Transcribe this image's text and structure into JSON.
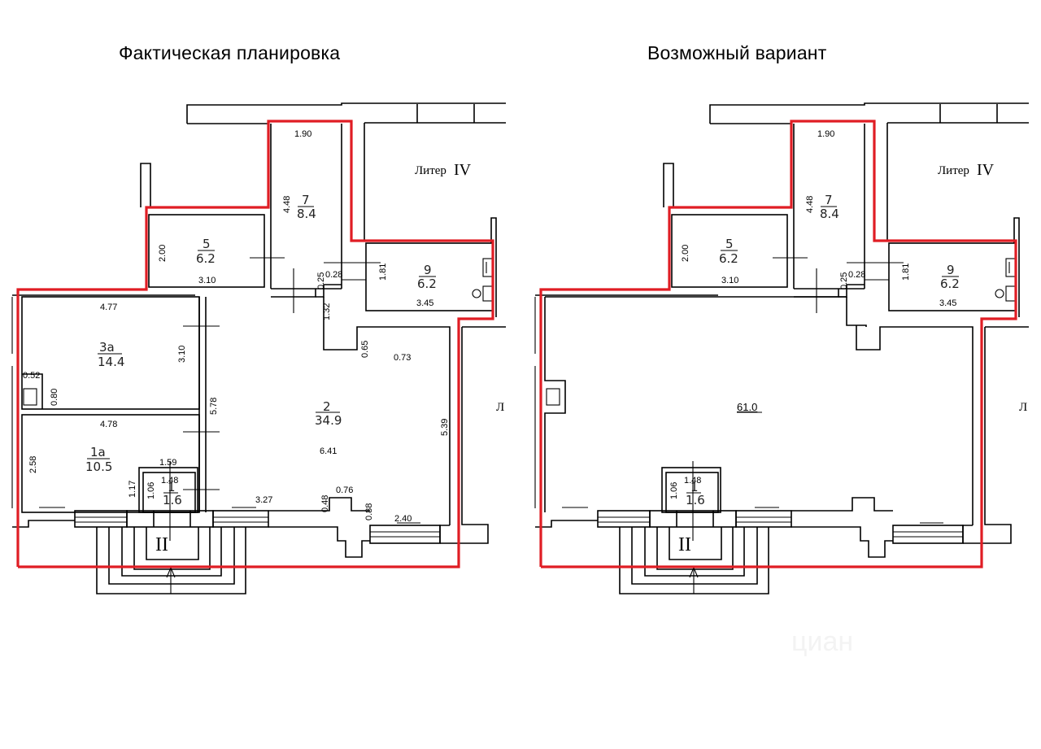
{
  "titles": {
    "left": "Фактическая планировка",
    "right": "Возможный вариант"
  },
  "labels": {
    "liter_prefix": "Литер",
    "liter_num": "IV",
    "liter_cut": "Л",
    "entrance": "II",
    "watermark": "циан"
  },
  "colors": {
    "boundary": "#e01d24",
    "walls": "#000000"
  },
  "left_plan": {
    "rooms": [
      {
        "num": "7",
        "area": "8.4"
      },
      {
        "num": "5",
        "area": "6.2"
      },
      {
        "num": "9",
        "area": "6.2"
      },
      {
        "num": "3а",
        "area": "14.4"
      },
      {
        "num": "1а",
        "area": "10.5"
      },
      {
        "num": "2",
        "area": "34.9"
      },
      {
        "num": "1",
        "area": "1.6"
      }
    ],
    "dims": {
      "r7_top": "1.90",
      "r7_side": "4.48",
      "r5_side": "2.00",
      "r5_bottom": "3.10",
      "r9_side": "1.81",
      "r9_bottom": "3.45",
      "step_a": "0.25",
      "step_b": "0.28",
      "corr": "1.32",
      "r3a_top": "4.77",
      "r3a_side": "3.10",
      "niche_w": "0.52",
      "niche_h": "0.80",
      "r1a_top": "4.78",
      "r1a_side": "2.58",
      "wall_578": "5.78",
      "r1_outer": "1.59",
      "r1_inner": "1.48",
      "r1_h_outer": "1.17",
      "r1_h_inner": "1.06",
      "r2_notch": "0.65",
      "r2_notch_w": "0.73",
      "r2_side": "5.39",
      "r2_width": "6.41",
      "r2_bottom_left": "3.27",
      "col_h": "0.48",
      "col_w": "0.76",
      "col_h2": "0.88",
      "r2_bottom_right": "2.40"
    }
  },
  "right_plan": {
    "rooms": [
      {
        "num": "7",
        "area": "8.4"
      },
      {
        "num": "5",
        "area": "6.2"
      },
      {
        "num": "9",
        "area": "6.2"
      },
      {
        "num": "1",
        "area": "1.6"
      }
    ],
    "merged_area": "61.0",
    "dims": {
      "r7_top": "1.90",
      "r7_side": "4.48",
      "r5_side": "2.00",
      "r5_bottom": "3.10",
      "r9_side": "1.81",
      "r9_bottom": "3.45",
      "step_a": "0.25",
      "step_b": "0.28",
      "r1_inner": "1.48",
      "r1_h_inner": "1.06"
    }
  }
}
